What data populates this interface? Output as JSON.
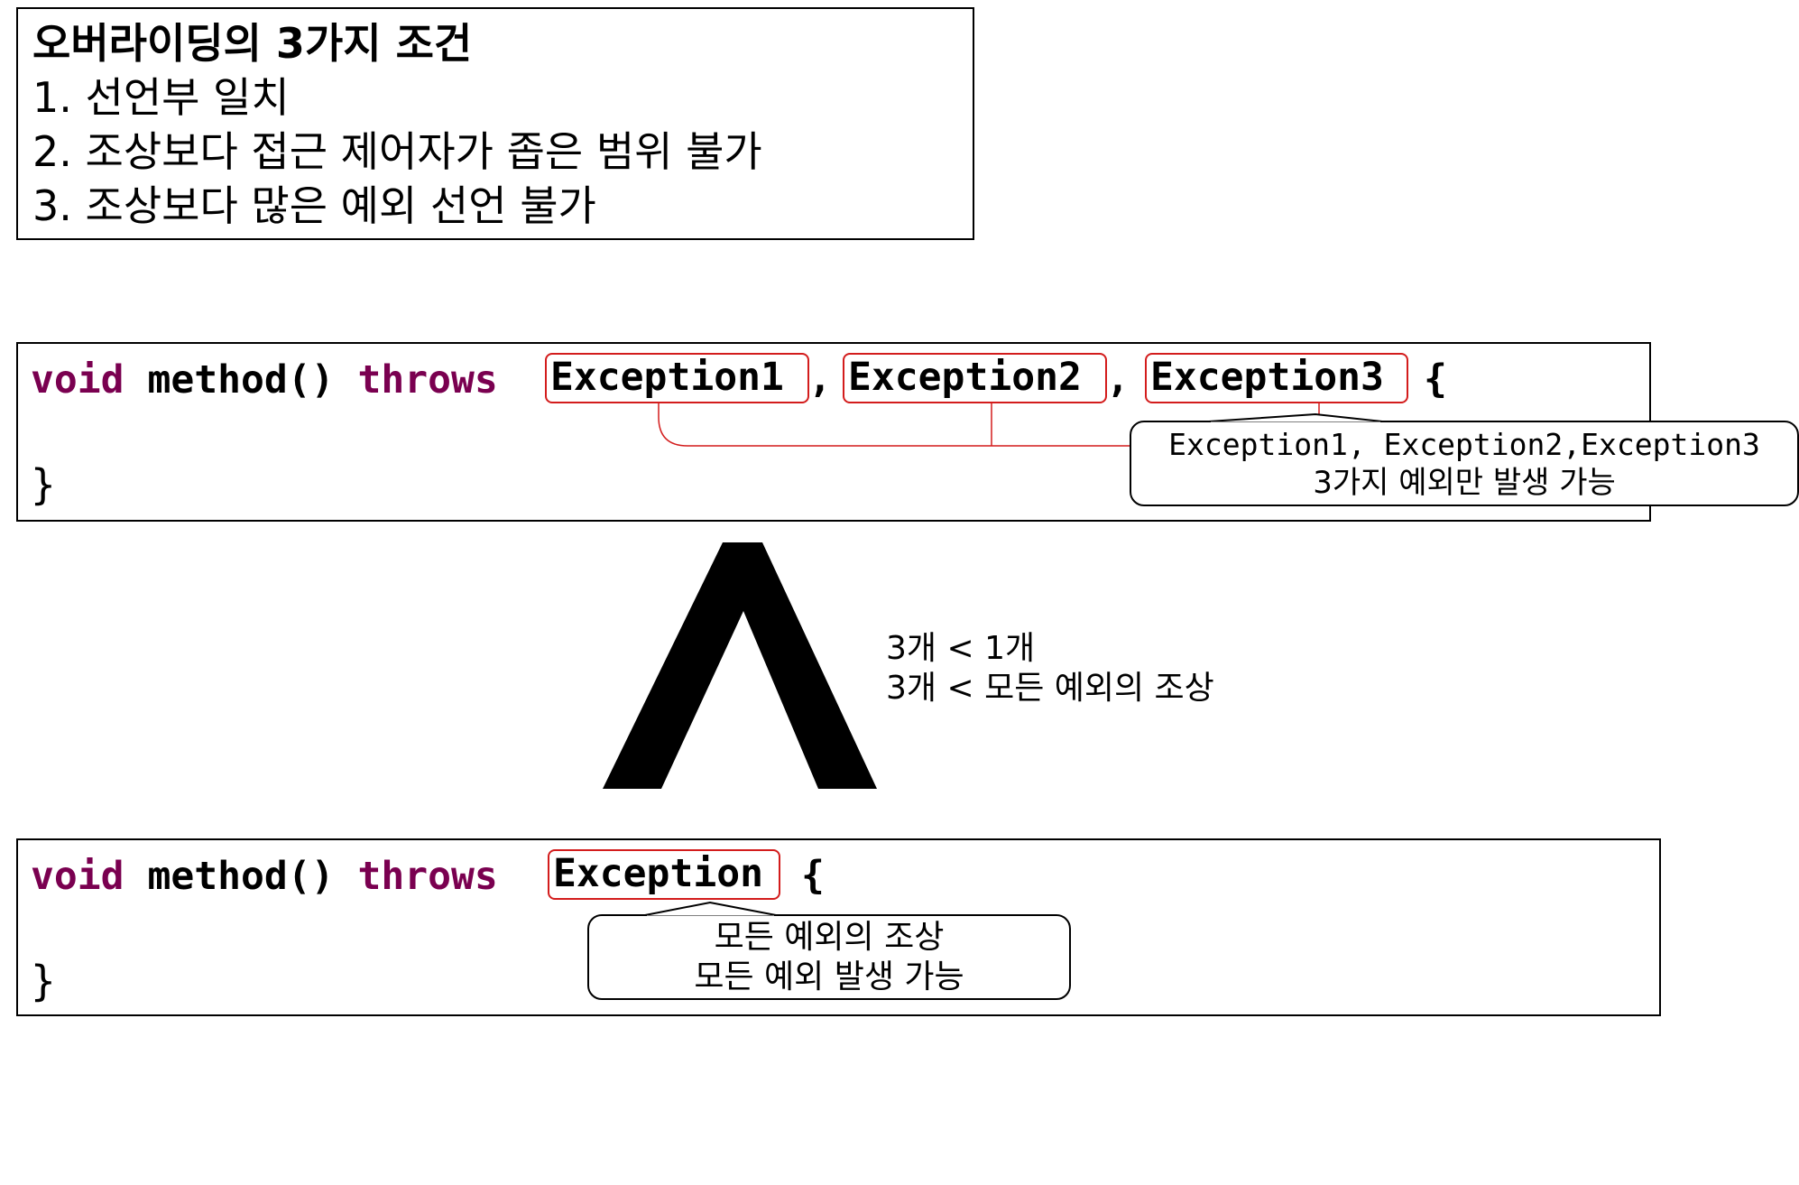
{
  "rules": {
    "title": "오버라이딩의 3가지 조건",
    "items": [
      "1. 선언부 일치",
      "2. 조상보다 접근 제어자가 좁은 범위 불가",
      "3. 조상보다 많은 예외 선언 불가"
    ]
  },
  "code1": {
    "kw_void": "void",
    "method": "method()",
    "kw_throws": "throws",
    "exceptions": [
      "Exception1",
      "Exception2",
      "Exception3"
    ],
    "comma": ",",
    "open_brace": "{",
    "close_brace": "}"
  },
  "callout1": {
    "line1": "Exception1, Exception2,Exception3",
    "line2": "3가지 예외만 발생 가능"
  },
  "comparison": {
    "line1": "3개 < 1개",
    "line2": "3개 < 모든 예외의 조상"
  },
  "code2": {
    "kw_void": "void",
    "method": "method()",
    "kw_throws": "throws",
    "exception": "Exception",
    "open_brace": "{",
    "close_brace": "}"
  },
  "callout2": {
    "line1": "모든 예외의 조상",
    "line2": "모든 예외 발생 가능"
  },
  "colors": {
    "keyword": "#7a0050",
    "highlight_border": "#d31c1c"
  }
}
